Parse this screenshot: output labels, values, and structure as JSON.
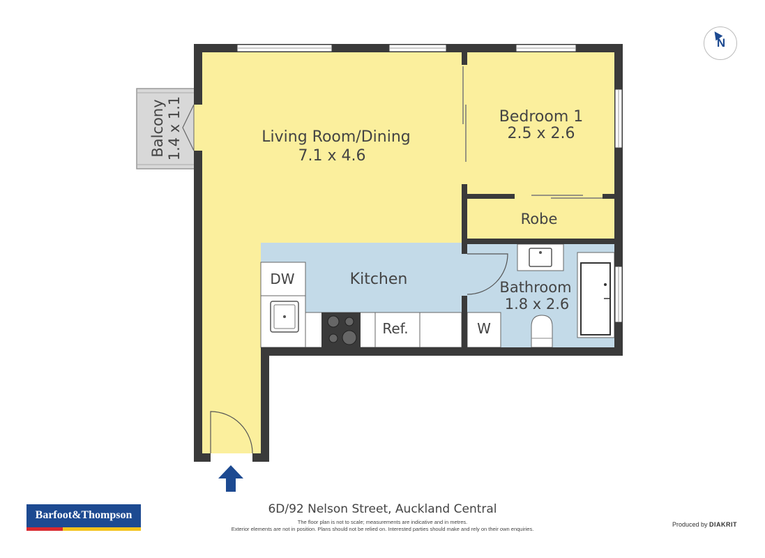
{
  "rooms": {
    "living": {
      "name": "Living Room/Dining",
      "dims": "7.1 x 4.6"
    },
    "bedroom": {
      "name": "Bedroom 1",
      "dims": "2.5 x 2.6"
    },
    "robe": {
      "name": "Robe"
    },
    "kitchen": {
      "name": "Kitchen"
    },
    "bathroom": {
      "name": "Bathroom",
      "dims": "1.8 x 2.6"
    },
    "balcony": {
      "name": "Balcony",
      "dims": "1.4 x 1.1"
    }
  },
  "fixtures": {
    "dishwasher": "DW",
    "fridge": "Ref.",
    "washer": "W"
  },
  "compass": {
    "label": "N"
  },
  "address": "6D/92 Nelson Street, Auckland Central",
  "disclaimer": {
    "line1": "The floor plan is not to scale; measurements are indicative and in metres.",
    "line2": "Exterior elements are not in position. Plans should not be relied on. Interested parties should make and rely on their own enquiries."
  },
  "agency_logo": "Barfoot&Thompson",
  "producer": {
    "prefix": "Produced by",
    "brand": "DIAKRIT"
  },
  "colors": {
    "wall": "#3a3a3a",
    "living_fill": "#fbef9d",
    "wet_fill": "#c3dae8",
    "balcony_fill": "#d8d8d8",
    "entry_arrow": "#1d4a91"
  }
}
